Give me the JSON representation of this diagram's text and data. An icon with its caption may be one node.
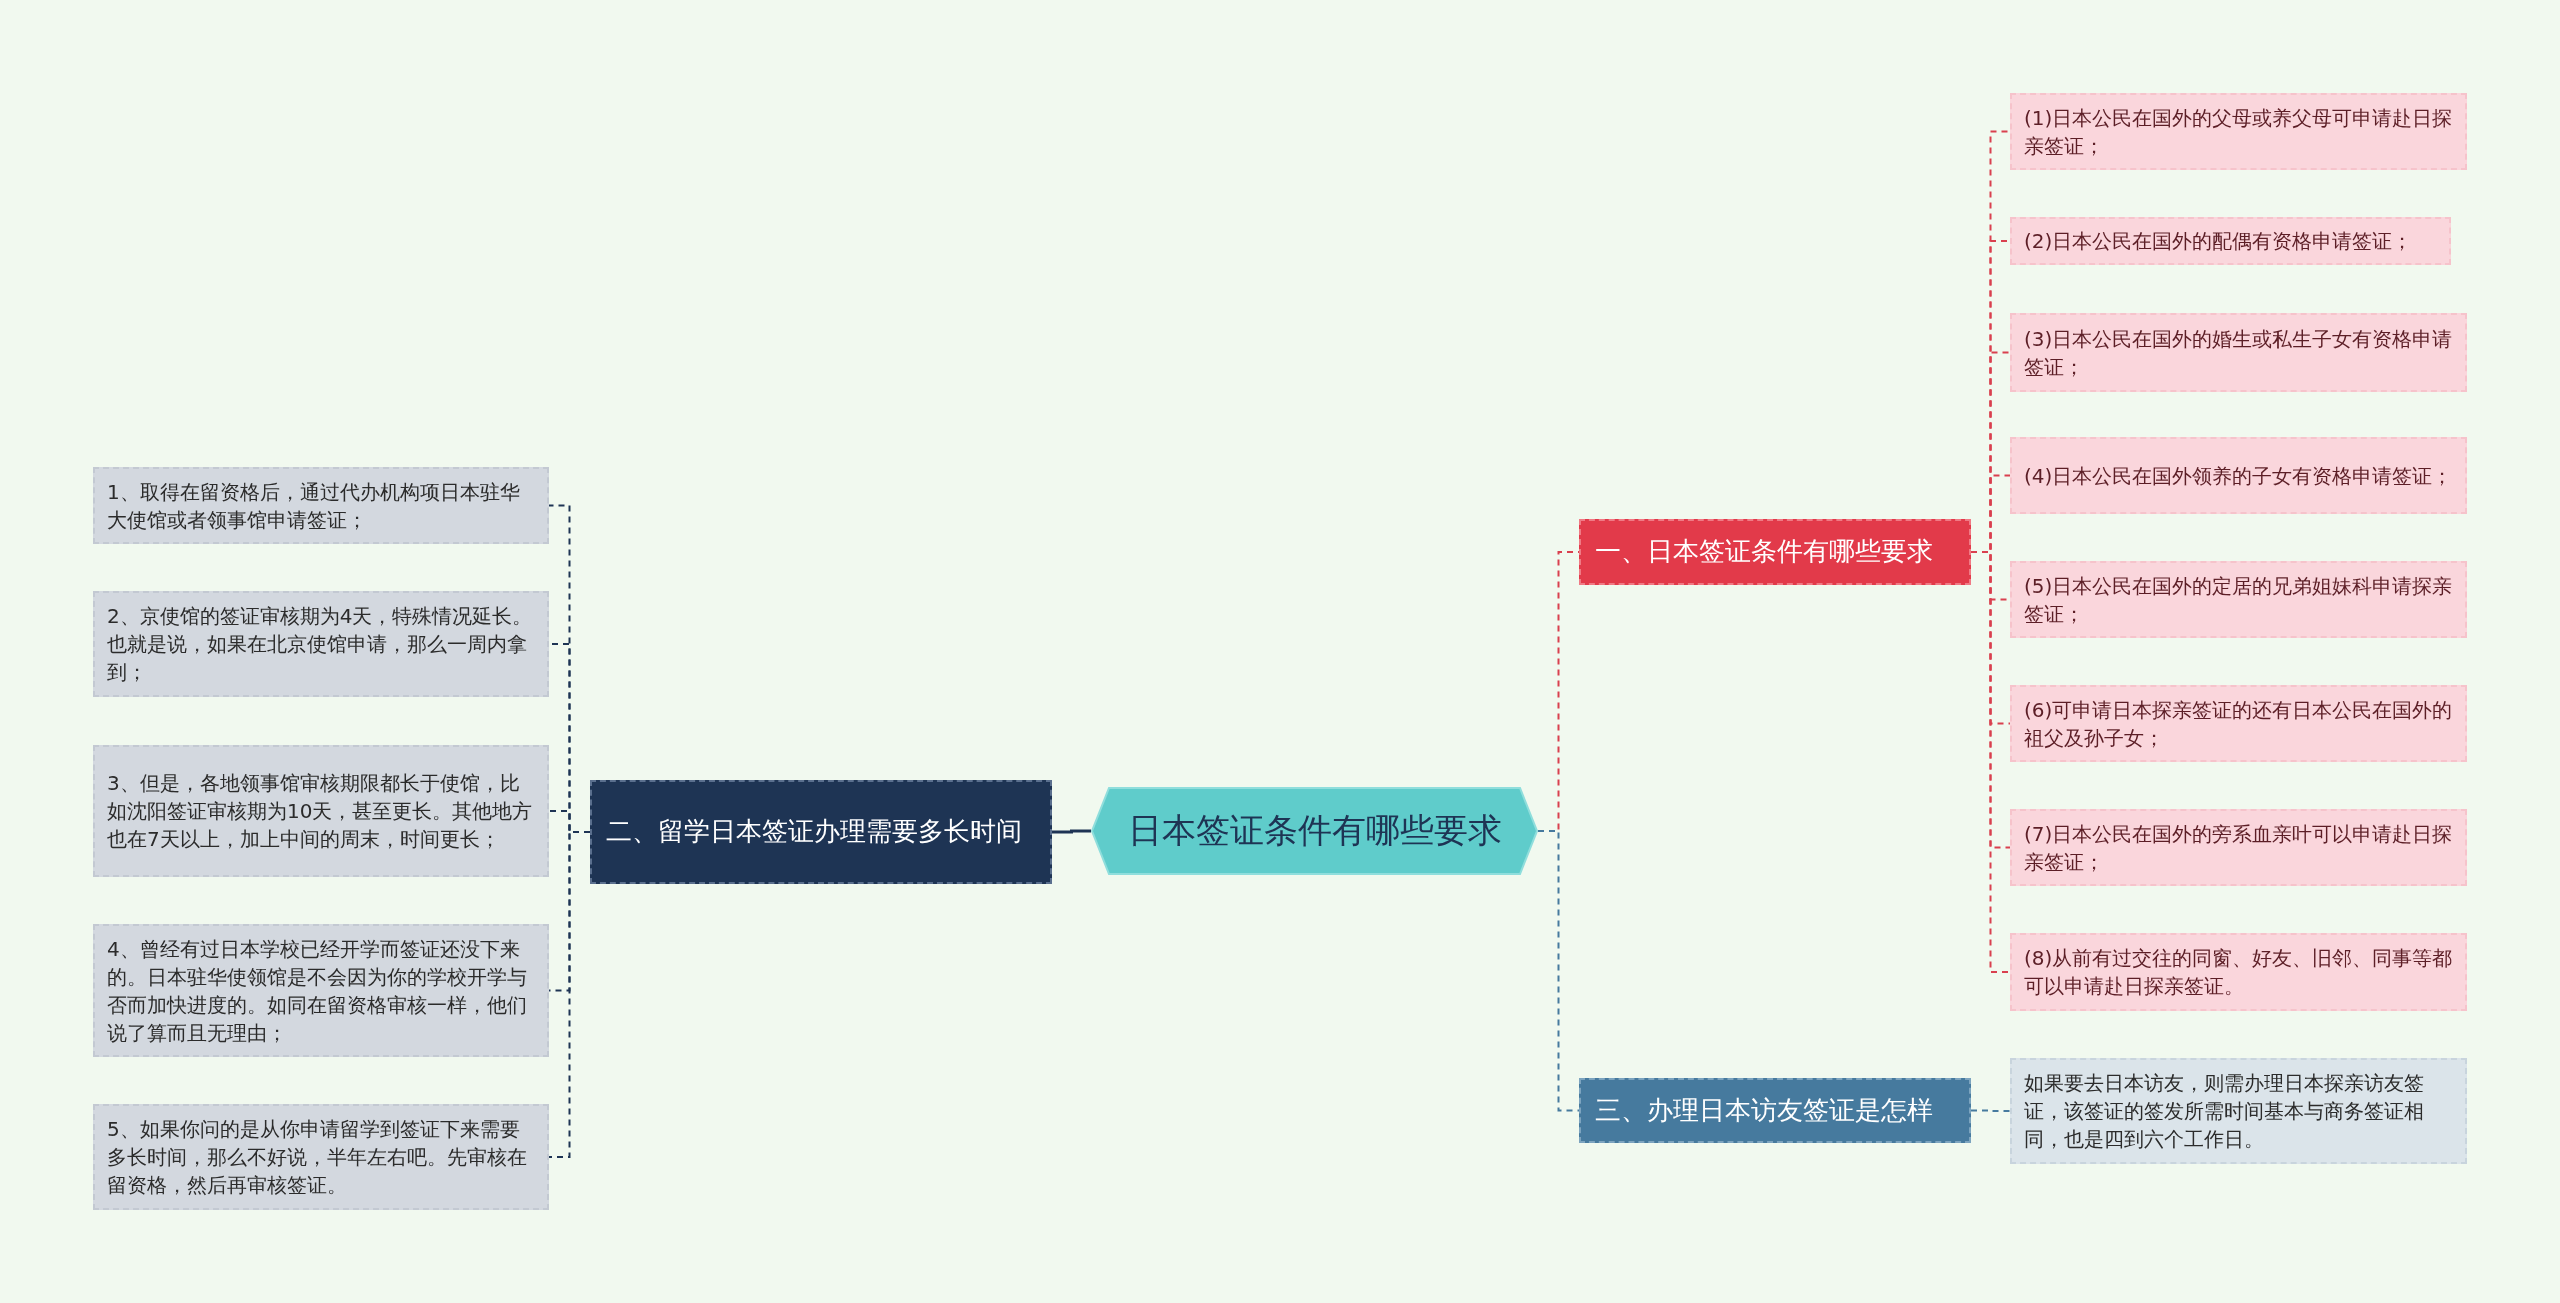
{
  "diagram": {
    "nodes": [
      {
        "text": [
          "日本签证条件有哪些要求"
        ]
      },
      {
        "text": [
          "一、日本签证条件有哪些要求"
        ]
      },
      {
        "text": [
          "(1)日本公民在国外的父母或养父母可申请赴日探亲签证；"
        ]
      },
      {
        "text": [
          "(2)日本公民在国外的配偶有资格申请签证；"
        ]
      },
      {
        "text": [
          "(3)日本公民在国外的婚生或私生子女有资格申请签证；"
        ]
      },
      {
        "text": [
          "(4)日本公民在国外领养的子女有资格申请签证；"
        ]
      },
      {
        "text": [
          "(5)日本公民在国外的定居的兄弟姐妹科申请探亲签证；"
        ]
      },
      {
        "text": [
          "(6)可申请日本探亲签证的还有日本公民在国外的祖父及孙子女；"
        ]
      },
      {
        "text": [
          "(7)日本公民在国外的旁系血亲叶可以申请赴日探亲签证；"
        ]
      },
      {
        "text": [
          "(8)从前有过交往的同窗、好友、旧邻、同事等都可以申请赴日探亲签证。"
        ]
      },
      {
        "text": [
          "二、留学日本签证办理需要多长时间"
        ]
      },
      {
        "text": [
          "1、取得在留资格后，通过代办机构项日本驻华大使馆或者领事馆申请签证；"
        ]
      },
      {
        "text": [
          "2、京使馆的签证审核期为4天，特殊情况延长。也就是说，如果在北京使馆申请，那么一周内拿到；"
        ]
      },
      {
        "text": [
          "3、但是，各地领事馆审核期限都长于使馆，比如沈阳签证审核期为10天，甚至更长。其他地方也在7天以上，加上中间的周末，时间更长；"
        ]
      },
      {
        "text": [
          "4、曾经有过日本学校已经开学而签证还没下来的。日本驻华使领馆是不会因为你的学校开学与否而加快进度的。如同在留资格审核一样，他们说了算而且无理由；"
        ]
      },
      {
        "text": [
          "5、如果你问的是从你申请留学到签证下来需要多长时间，那么不好说，半年左右吧。先审核在留资格，然后再审核签证。"
        ]
      },
      {
        "text": [
          "三、办理日本访友签证是怎样"
        ]
      },
      {
        "text": [
          "如果要去日本访友，则需办理日本探亲访友签证，该签证的签发所需时间基本与商务签证相同，也是四到六个工作日。"
        ]
      }
    ],
    "edges": [
      {
        "from": 0,
        "to": 1,
        "arrow": "none",
        "style": "dashed"
      },
      {
        "from": 1,
        "to": 2,
        "arrow": "none",
        "style": "dashed"
      },
      {
        "from": 1,
        "to": 3,
        "arrow": "none",
        "style": "dashed"
      },
      {
        "from": 1,
        "to": 4,
        "arrow": "none",
        "style": "dashed"
      },
      {
        "from": 1,
        "to": 5,
        "arrow": "none",
        "style": "dashed"
      },
      {
        "from": 1,
        "to": 6,
        "arrow": "none",
        "style": "dashed"
      },
      {
        "from": 1,
        "to": 7,
        "arrow": "none",
        "style": "dashed"
      },
      {
        "from": 1,
        "to": 8,
        "arrow": "none",
        "style": "dashed"
      },
      {
        "from": 1,
        "to": 9,
        "arrow": "none",
        "style": "dashed"
      },
      {
        "from": 0,
        "to": 10,
        "arrow": "none",
        "color": "#1e3454"
      },
      {
        "from": 10,
        "to": 11,
        "arrow": "none",
        "style": "dashed",
        "color": "#1e3454"
      },
      {
        "from": 10,
        "to": 12,
        "arrow": "none",
        "style": "dashed",
        "color": "#1e3454"
      },
      {
        "from": 10,
        "to": 13,
        "arrow": "none",
        "style": "dashed",
        "color": "#1e3454"
      },
      {
        "from": 10,
        "to": 14,
        "arrow": "none",
        "style": "dashed",
        "color": "#1e3454"
      },
      {
        "from": 10,
        "to": 15,
        "arrow": "none",
        "style": "dashed",
        "color": "#1e3454"
      },
      {
        "from": 0,
        "to": 16,
        "arrow": "none",
        "style": "dashed",
        "color": "#467a9e"
      },
      {
        "from": 16,
        "to": 17,
        "arrow": "none",
        "style": "dashed",
        "color": "#467a9e"
      }
    ]
  }
}
